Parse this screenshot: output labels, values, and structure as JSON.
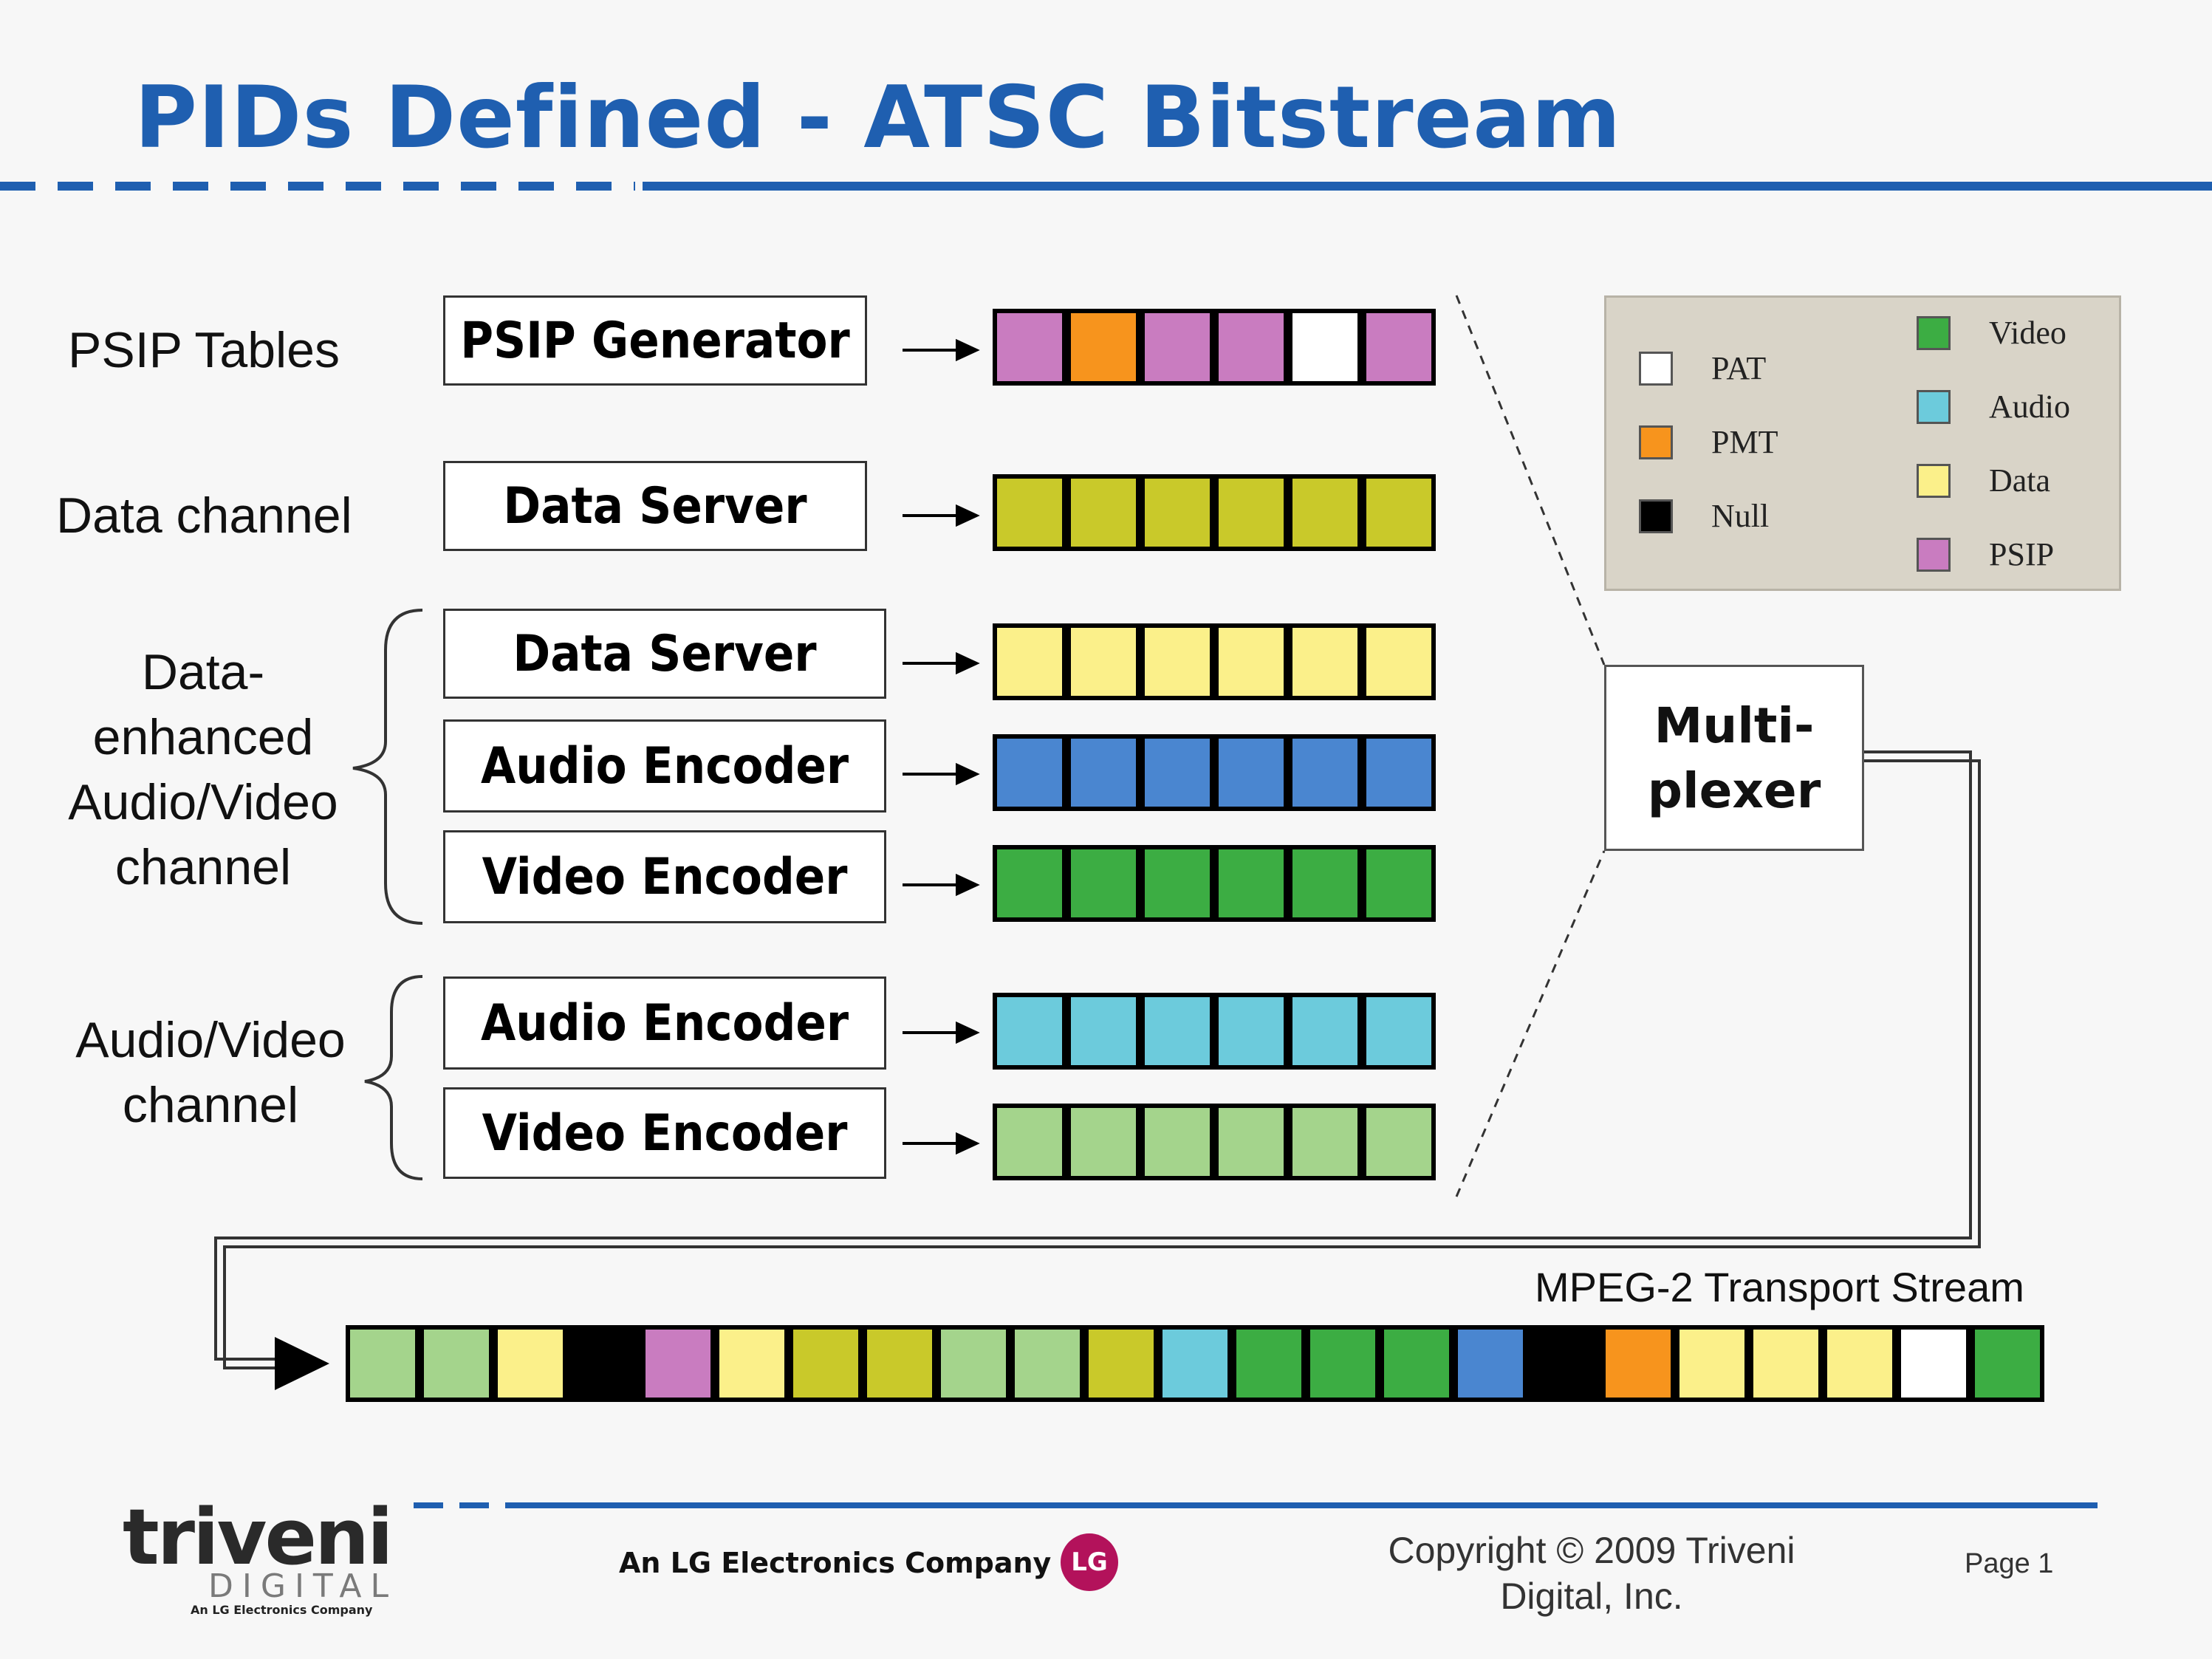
{
  "title": "PIDs Defined - ATSC Bitstream",
  "colors": {
    "psip": "#c97cc0",
    "pmt": "#f7941d",
    "pat": "#ffffff",
    "null": "#000000",
    "data_channel": "#c9c92a",
    "data": "#fbf08a",
    "audio_encoder_enhanced": "#4a86d0",
    "video": "#3cad43",
    "audio": "#6ccbdc",
    "video_light": "#a4d48c",
    "title_blue": "#1f5fb0"
  },
  "rows": [
    {
      "group_label": "PSIP Tables",
      "box": "PSIP Generator",
      "packets": [
        "psip",
        "pmt",
        "psip",
        "psip",
        "pat",
        "psip"
      ]
    },
    {
      "group_label": "Data channel",
      "box": "Data Server",
      "packets": [
        "data_channel",
        "data_channel",
        "data_channel",
        "data_channel",
        "data_channel",
        "data_channel"
      ]
    },
    {
      "group_label": "",
      "box": "Data Server",
      "packets": [
        "data",
        "data",
        "data",
        "data",
        "data",
        "data"
      ]
    },
    {
      "group_label": "",
      "box": "Audio Encoder",
      "packets": [
        "audio_encoder_enhanced",
        "audio_encoder_enhanced",
        "audio_encoder_enhanced",
        "audio_encoder_enhanced",
        "audio_encoder_enhanced",
        "audio_encoder_enhanced"
      ]
    },
    {
      "group_label": "",
      "box": "Video Encoder",
      "packets": [
        "video",
        "video",
        "video",
        "video",
        "video",
        "video"
      ]
    },
    {
      "group_label": "",
      "box": "Audio Encoder",
      "packets": [
        "audio",
        "audio",
        "audio",
        "audio",
        "audio",
        "audio"
      ]
    },
    {
      "group_label": "",
      "box": "Video Encoder",
      "packets": [
        "video_light",
        "video_light",
        "video_light",
        "video_light",
        "video_light",
        "video_light"
      ]
    }
  ],
  "groups": {
    "data_enhanced": [
      "Data-",
      "enhanced",
      "Audio/Video",
      "channel"
    ],
    "audio_video": [
      "Audio/Video",
      "channel"
    ]
  },
  "multiplexer": [
    "Multi-",
    "plexer"
  ],
  "legend": [
    {
      "label": "PAT",
      "color": "pat"
    },
    {
      "label": "PMT",
      "color": "pmt"
    },
    {
      "label": "Null",
      "color": "null"
    },
    {
      "label": "Video",
      "color": "video"
    },
    {
      "label": "Audio",
      "color": "audio"
    },
    {
      "label": "Data",
      "color": "data"
    },
    {
      "label": "PSIP",
      "color": "psip"
    }
  ],
  "transport_stream": {
    "label": "MPEG-2 Transport Stream",
    "packets": [
      "video_light",
      "video_light",
      "data",
      "null",
      "psip",
      "data",
      "data_channel",
      "data_channel",
      "video_light",
      "video_light",
      "data_channel",
      "audio",
      "video",
      "video",
      "video",
      "audio_encoder_enhanced",
      "null",
      "pmt",
      "data",
      "data",
      "data",
      "pat",
      "video"
    ]
  },
  "footer": {
    "logo_word": "triveni",
    "logo_sub": "DIGITAL",
    "logo_tag": "An LG Electronics Company",
    "company": "An LG Electronics Company",
    "lg_mark": "LG",
    "copyright_line1": "Copyright © 2009 Triveni",
    "copyright_line2": "Digital, Inc.",
    "page": "Page 1"
  }
}
